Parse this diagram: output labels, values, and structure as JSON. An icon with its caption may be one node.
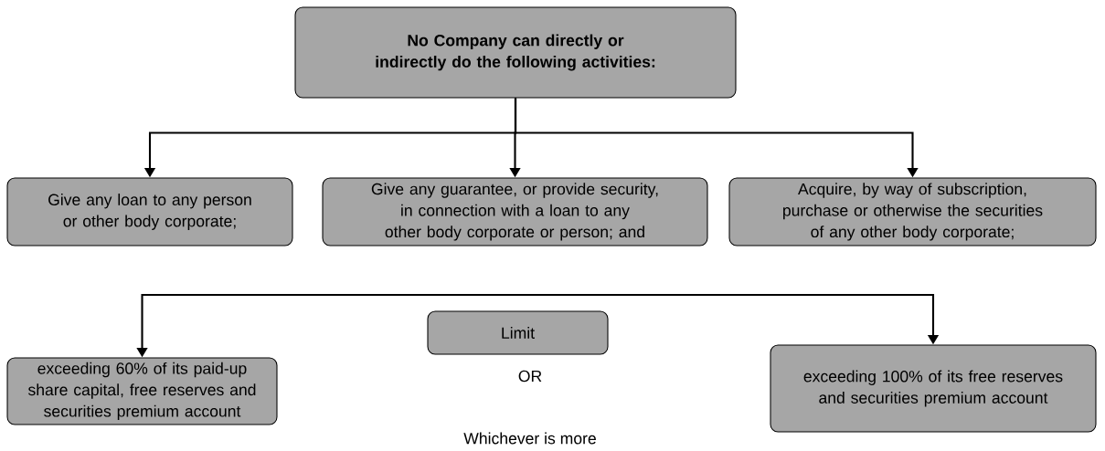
{
  "diagram": {
    "nodes": [
      {
        "text": [
          "No Company can directly or indirectly do the following activities:"
        ]
      },
      {
        "text": [
          "Give any loan to any person or other body corporate;"
        ]
      },
      {
        "text": [
          "Give any guarantee, or provide security, in connection with a loan to any other body corporate or person; and"
        ]
      },
      {
        "text": [
          "Acquire, by way of subscription, purchase or otherwise the securities of any other body corporate;"
        ]
      },
      {
        "text": [
          "exceeding 60% of its paid-up share capital, free reserves and securities premium account"
        ]
      },
      {
        "text": [
          "Limit"
        ]
      },
      {
        "text": [
          "exceeding 100% of its free reserves and securities premium account"
        ]
      }
    ],
    "edges": [
      {
        "from": 0,
        "to": 1,
        "arrow": "to"
      },
      {
        "from": 0,
        "to": 2,
        "arrow": "to"
      },
      {
        "from": 0,
        "to": 3,
        "arrow": "to"
      },
      {
        "from": null,
        "to": 4,
        "arrow": "to"
      },
      {
        "from": null,
        "to": 6,
        "arrow": "to"
      }
    ],
    "labels": [
      "OR",
      "Whichever is more"
    ]
  }
}
